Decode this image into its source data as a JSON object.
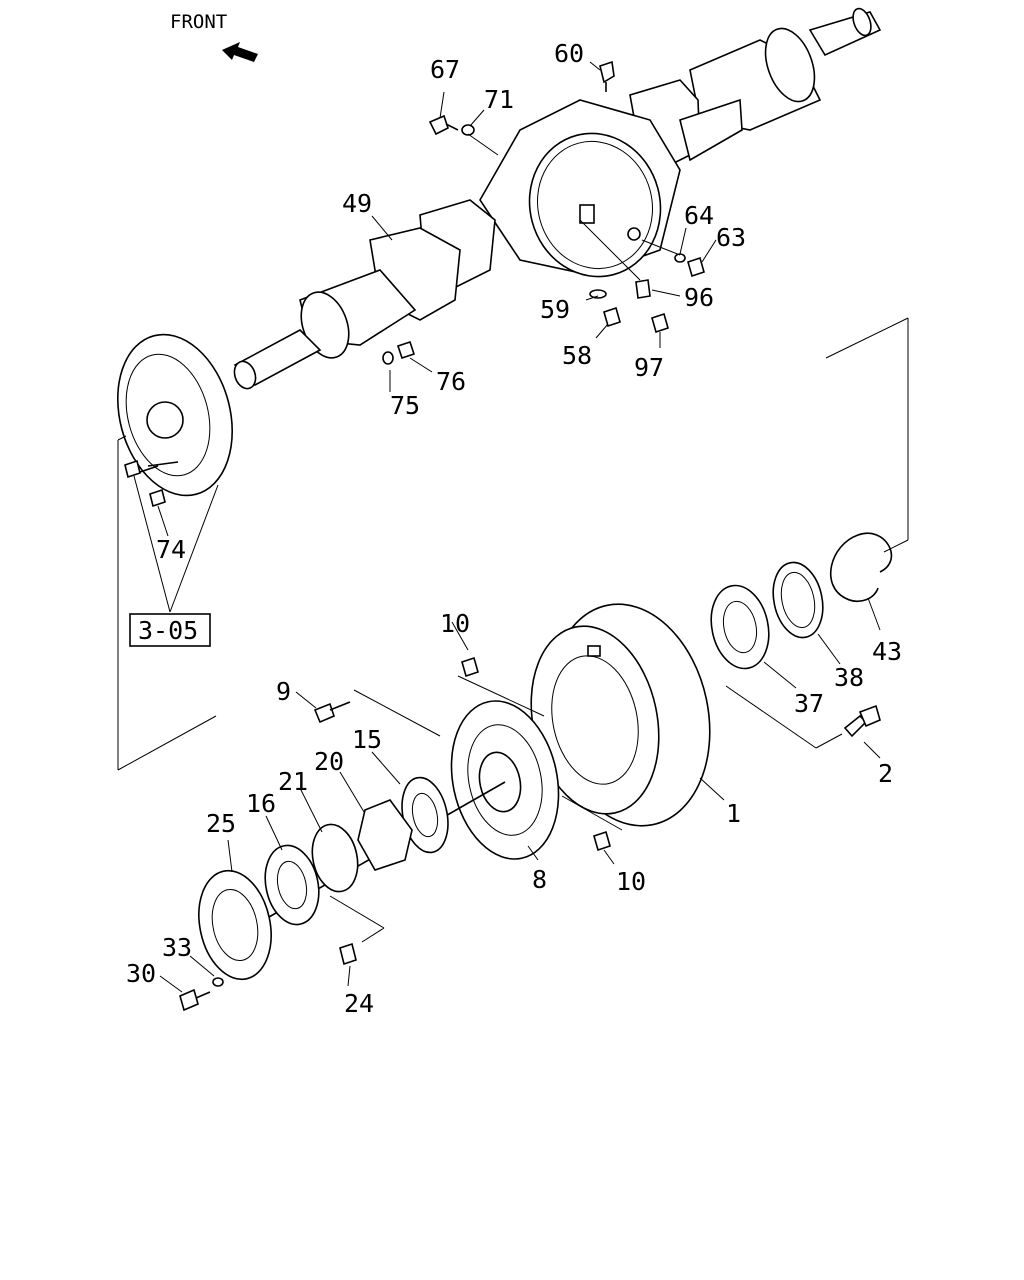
{
  "orientation": {
    "label": "FRONT"
  },
  "reference_box": {
    "label": "3-05"
  },
  "callouts": {
    "c1": "1",
    "c2": "2",
    "c8": "8",
    "c9": "9",
    "c10a": "10",
    "c10b": "10",
    "c15": "15",
    "c16": "16",
    "c20": "20",
    "c21": "21",
    "c24": "24",
    "c25": "25",
    "c30": "30",
    "c33": "33",
    "c37": "37",
    "c38": "38",
    "c43": "43",
    "c49": "49",
    "c58": "58",
    "c59": "59",
    "c60": "60",
    "c63": "63",
    "c64": "64",
    "c67": "67",
    "c71": "71",
    "c74": "74",
    "c75": "75",
    "c76": "76",
    "c96": "96",
    "c97": "97"
  }
}
